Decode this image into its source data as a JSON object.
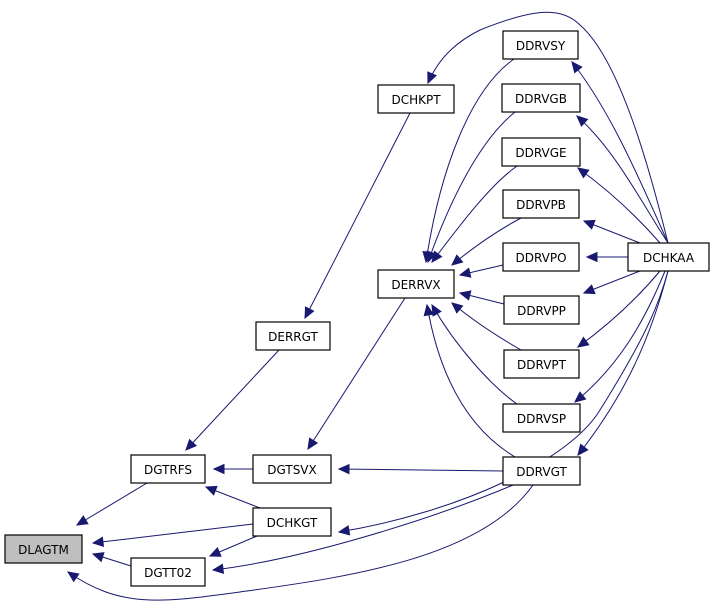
{
  "graph": {
    "type": "caller-graph",
    "root": "DLAGTM",
    "colors": {
      "edge": "#191970",
      "root_fill": "#bfbfbf",
      "node_fill": "#ffffff",
      "border": "#000000"
    },
    "nodes": [
      {
        "id": "DLAGTM",
        "label": "DLAGTM",
        "root": true
      },
      {
        "id": "DGTRFS",
        "label": "DGTRFS"
      },
      {
        "id": "DGTSVX",
        "label": "DGTSVX"
      },
      {
        "id": "DCHKGT",
        "label": "DCHKGT"
      },
      {
        "id": "DGTT02",
        "label": "DGTT02"
      },
      {
        "id": "DERRGT",
        "label": "DERRGT"
      },
      {
        "id": "DCHKPT",
        "label": "DCHKPT"
      },
      {
        "id": "DERRVX",
        "label": "DERRVX"
      },
      {
        "id": "DDRVSY",
        "label": "DDRVSY"
      },
      {
        "id": "DDRVGB",
        "label": "DDRVGB"
      },
      {
        "id": "DDRVGE",
        "label": "DDRVGE"
      },
      {
        "id": "DDRVPB",
        "label": "DDRVPB"
      },
      {
        "id": "DDRVPO",
        "label": "DDRVPO"
      },
      {
        "id": "DDRVPP",
        "label": "DDRVPP"
      },
      {
        "id": "DDRVPT",
        "label": "DDRVPT"
      },
      {
        "id": "DDRVSP",
        "label": "DDRVSP"
      },
      {
        "id": "DDRVGT",
        "label": "DDRVGT"
      },
      {
        "id": "DCHKAA",
        "label": "DCHKAA"
      }
    ],
    "edges": [
      {
        "from": "DGTRFS",
        "to": "DLAGTM"
      },
      {
        "from": "DCHKGT",
        "to": "DLAGTM"
      },
      {
        "from": "DGTT02",
        "to": "DLAGTM"
      },
      {
        "from": "DDRVGT",
        "to": "DLAGTM"
      },
      {
        "from": "DGTSVX",
        "to": "DGTRFS"
      },
      {
        "from": "DCHKGT",
        "to": "DGTRFS"
      },
      {
        "from": "DERRGT",
        "to": "DGTRFS"
      },
      {
        "from": "DCHKGT",
        "to": "DGTT02"
      },
      {
        "from": "DDRVGT",
        "to": "DGTT02"
      },
      {
        "from": "DERRVX",
        "to": "DGTSVX"
      },
      {
        "from": "DDRVGT",
        "to": "DGTSVX"
      },
      {
        "from": "DCHKAA",
        "to": "DCHKGT"
      },
      {
        "from": "DCHKPT",
        "to": "DERRGT"
      },
      {
        "from": "DCHKAA",
        "to": "DCHKPT"
      },
      {
        "from": "DDRVSY",
        "to": "DERRVX"
      },
      {
        "from": "DDRVGB",
        "to": "DERRVX"
      },
      {
        "from": "DDRVGE",
        "to": "DERRVX"
      },
      {
        "from": "DDRVPB",
        "to": "DERRVX"
      },
      {
        "from": "DDRVPO",
        "to": "DERRVX"
      },
      {
        "from": "DDRVPP",
        "to": "DERRVX"
      },
      {
        "from": "DDRVPT",
        "to": "DERRVX"
      },
      {
        "from": "DDRVSP",
        "to": "DERRVX"
      },
      {
        "from": "DDRVGT",
        "to": "DERRVX"
      },
      {
        "from": "DCHKAA",
        "to": "DDRVSY"
      },
      {
        "from": "DCHKAA",
        "to": "DDRVGB"
      },
      {
        "from": "DCHKAA",
        "to": "DDRVGE"
      },
      {
        "from": "DCHKAA",
        "to": "DDRVPB"
      },
      {
        "from": "DCHKAA",
        "to": "DDRVPO"
      },
      {
        "from": "DCHKAA",
        "to": "DDRVPP"
      },
      {
        "from": "DCHKAA",
        "to": "DDRVPT"
      },
      {
        "from": "DCHKAA",
        "to": "DDRVSP"
      },
      {
        "from": "DCHKAA",
        "to": "DDRVGT"
      }
    ]
  }
}
